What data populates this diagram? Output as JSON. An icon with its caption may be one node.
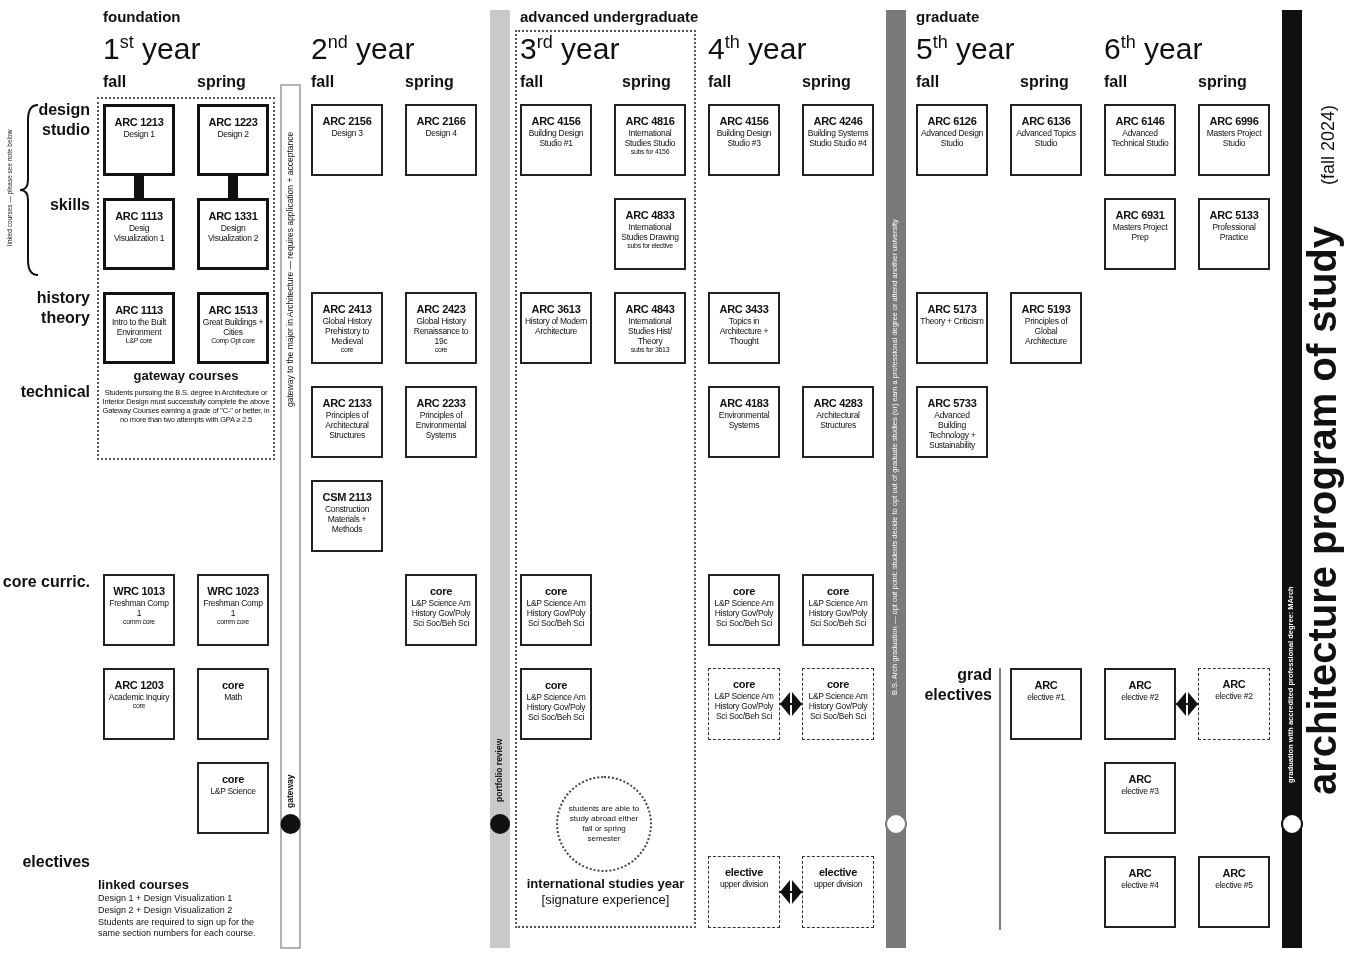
{
  "diagram": {
    "title": "architecture program of study",
    "nodes": [
      {
        "text": [
          "gateway courses",
          "Students pursuing the B.S. degree in Architecture or Interior Design must successfully complete the above Gateway Courses earning a grade of \"C-\" or better, in no more than two attempts with GPA ≥ 2.5"
        ]
      },
      {
        "text": [
          "ARC 1213",
          "Design 1"
        ],
        "in": 0
      },
      {
        "text": [
          "ARC 1223",
          "Design 2"
        ],
        "in": 0
      },
      {
        "text": [
          "ARC 1113",
          "Desig Visualization 1"
        ],
        "in": 0
      },
      {
        "text": [
          "ARC 1331",
          "Design Visualization 2"
        ],
        "in": 0
      },
      {
        "text": [
          "ARC 1113",
          "Intro to the Built Environment",
          "L&P core"
        ],
        "in": 0
      },
      {
        "text": [
          "ARC 1513",
          "Great Buildings + Cities",
          "Comp Opt core"
        ],
        "in": 0
      },
      {
        "text": [
          "WRC 1013",
          "Freshman Comp 1",
          "comm core"
        ]
      },
      {
        "text": [
          "WRC 1023",
          "Freshman Comp 1",
          "comm core"
        ]
      },
      {
        "text": [
          "ARC 1203",
          "Academic Inquiry",
          "core"
        ]
      },
      {
        "text": [
          "core",
          "Math"
        ]
      },
      {
        "text": [
          "core",
          "L&P Science"
        ]
      },
      {
        "text": [
          "ARC 2156",
          "Design 3"
        ]
      },
      {
        "text": [
          "ARC 2166",
          "Design 4"
        ]
      },
      {
        "text": [
          "ARC 2413",
          "Global History Prehistory to Medieval",
          "core"
        ]
      },
      {
        "text": [
          "ARC 2423",
          "Global History Renaissance to 19c",
          "core"
        ]
      },
      {
        "text": [
          "ARC 2133",
          "Principles of Architectural Structures"
        ]
      },
      {
        "text": [
          "ARC 2233",
          "Principles of Environmental Systems"
        ]
      },
      {
        "text": [
          "CSM 2113",
          "Construction Materials + Methods"
        ]
      },
      {
        "text": [
          "core",
          "L&P Science Am History Gov/Poly Sci Soc/Beh Sci"
        ]
      },
      {
        "text": [
          "international studies year",
          "[signature experience]"
        ]
      },
      {
        "text": [
          "ARC 4156",
          "Building Design Studio #1"
        ],
        "in": 20
      },
      {
        "text": [
          "ARC 4816",
          "International Studies Studio",
          "subs for 4156"
        ],
        "in": 20
      },
      {
        "text": [
          "ARC 4833",
          "International Studies Drawing",
          "subs for elective"
        ],
        "in": 20
      },
      {
        "text": [
          "ARC 3613",
          "History of Modern Architecture"
        ],
        "in": 20
      },
      {
        "text": [
          "ARC 4843",
          "International Studies Hist/ Theory",
          "subs for 3613"
        ],
        "in": 20
      },
      {
        "text": [
          "core",
          "L&P Science Am History Gov/Poly Sci Soc/Beh Sci"
        ],
        "in": 20
      },
      {
        "text": [
          "core",
          "L&P Science Am History Gov/Poly Sci Soc/Beh Sci"
        ],
        "in": 20
      },
      {
        "text": [
          "students are able to study abroad either fall or spring semester"
        ],
        "in": 20
      },
      {
        "text": [
          "ARC 4156",
          "Building Design Studio #3"
        ]
      },
      {
        "text": [
          "ARC 4246",
          "Building Systems Studio Studio #4"
        ]
      },
      {
        "text": [
          "ARC 3433",
          "Topics in Architecture + Thought"
        ]
      },
      {
        "text": [
          "ARC 4183",
          "Environmental Systems"
        ]
      },
      {
        "text": [
          "ARC 4283",
          "Architectural Structures"
        ]
      },
      {
        "text": [
          "core",
          "L&P Science Am History Gov/Poly Sci Soc/Beh Sci"
        ]
      },
      {
        "text": [
          "core",
          "L&P Science Am History Gov/Poly Sci Soc/Beh Sci"
        ]
      },
      {
        "text": [
          "core",
          "L&P Science Am History Gov/Poly Sci Soc/Beh Sci"
        ]
      },
      {
        "text": [
          "core",
          "L&P Science Am History Gov/Poly Sci Soc/Beh Sci"
        ]
      },
      {
        "text": [
          "elective",
          "upper division"
        ]
      },
      {
        "text": [
          "elective",
          "upper division"
        ]
      },
      {
        "text": [
          "ARC 6126",
          "Advanced Design Studio"
        ]
      },
      {
        "text": [
          "ARC 6136",
          "Advanced Topics Studio"
        ]
      },
      {
        "text": [
          "ARC 5173",
          "Theory + Criticism"
        ]
      },
      {
        "text": [
          "ARC 5193",
          "Principles of Global Architecture"
        ]
      },
      {
        "text": [
          "ARC 5733",
          "Advanced Building Technology + Sustainability"
        ]
      },
      {
        "text": [
          "ARC",
          "elective #1"
        ]
      },
      {
        "text": [
          "ARC 6146",
          "Advanced Technical Studio"
        ]
      },
      {
        "text": [
          "ARC 6996",
          "Masters Project Studio"
        ]
      },
      {
        "text": [
          "ARC 6931",
          "Masters Project Prep"
        ]
      },
      {
        "text": [
          "ARC 5133",
          "Professional Practice"
        ]
      },
      {
        "text": [
          "ARC",
          "elective #2"
        ]
      },
      {
        "text": [
          "ARC",
          "elective #2"
        ]
      },
      {
        "text": [
          "ARC",
          "elective #3"
        ]
      },
      {
        "text": [
          "ARC",
          "elective #4"
        ]
      },
      {
        "text": [
          "ARC",
          "elective #5"
        ]
      }
    ],
    "edges": [
      {
        "from": 1,
        "to": 3,
        "arrow": "none",
        "style": "thick"
      },
      {
        "from": 2,
        "to": 4,
        "arrow": "none",
        "style": "thick"
      },
      {
        "from": 36,
        "to": 37,
        "arrow": "both"
      },
      {
        "from": 38,
        "to": 39,
        "arrow": "both"
      },
      {
        "from": 50,
        "to": 51,
        "arrow": "both"
      }
    ],
    "labels": [
      "foundation",
      "1$^{st}$ year",
      "fall",
      "spring",
      "2$^{nd}$ year",
      "fall",
      "spring",
      "advanced undergraduate",
      "3$^{rd}$ year",
      "fall",
      "spring",
      "4$^{th}$ year",
      "fall",
      "spring",
      "graduate",
      "5$^{th}$ year",
      "fall",
      "spring",
      "6$^{th}$ year",
      "fall",
      "spring",
      "linked courses — please see note below",
      "design studio",
      "skills",
      "history theory",
      "technical",
      "gateway to the major in Architecture — requires application + acceptance",
      "core curric.",
      "grad electives",
      "gateway",
      "portfolio review",
      "B.S. Arch graduation — opt out point: students decide to opt out of graduate studies (or) earn a professional degree or attend another university",
      "graduation with accredited professional degree: MArch",
      "electives",
      "linked courses",
      "Design 1 + Design Visualization 1",
      "Design 2 + Design Visualization 2",
      "Students are required to sign up for the same section numbers for each course.",
      "(fall 2024)"
    ]
  }
}
